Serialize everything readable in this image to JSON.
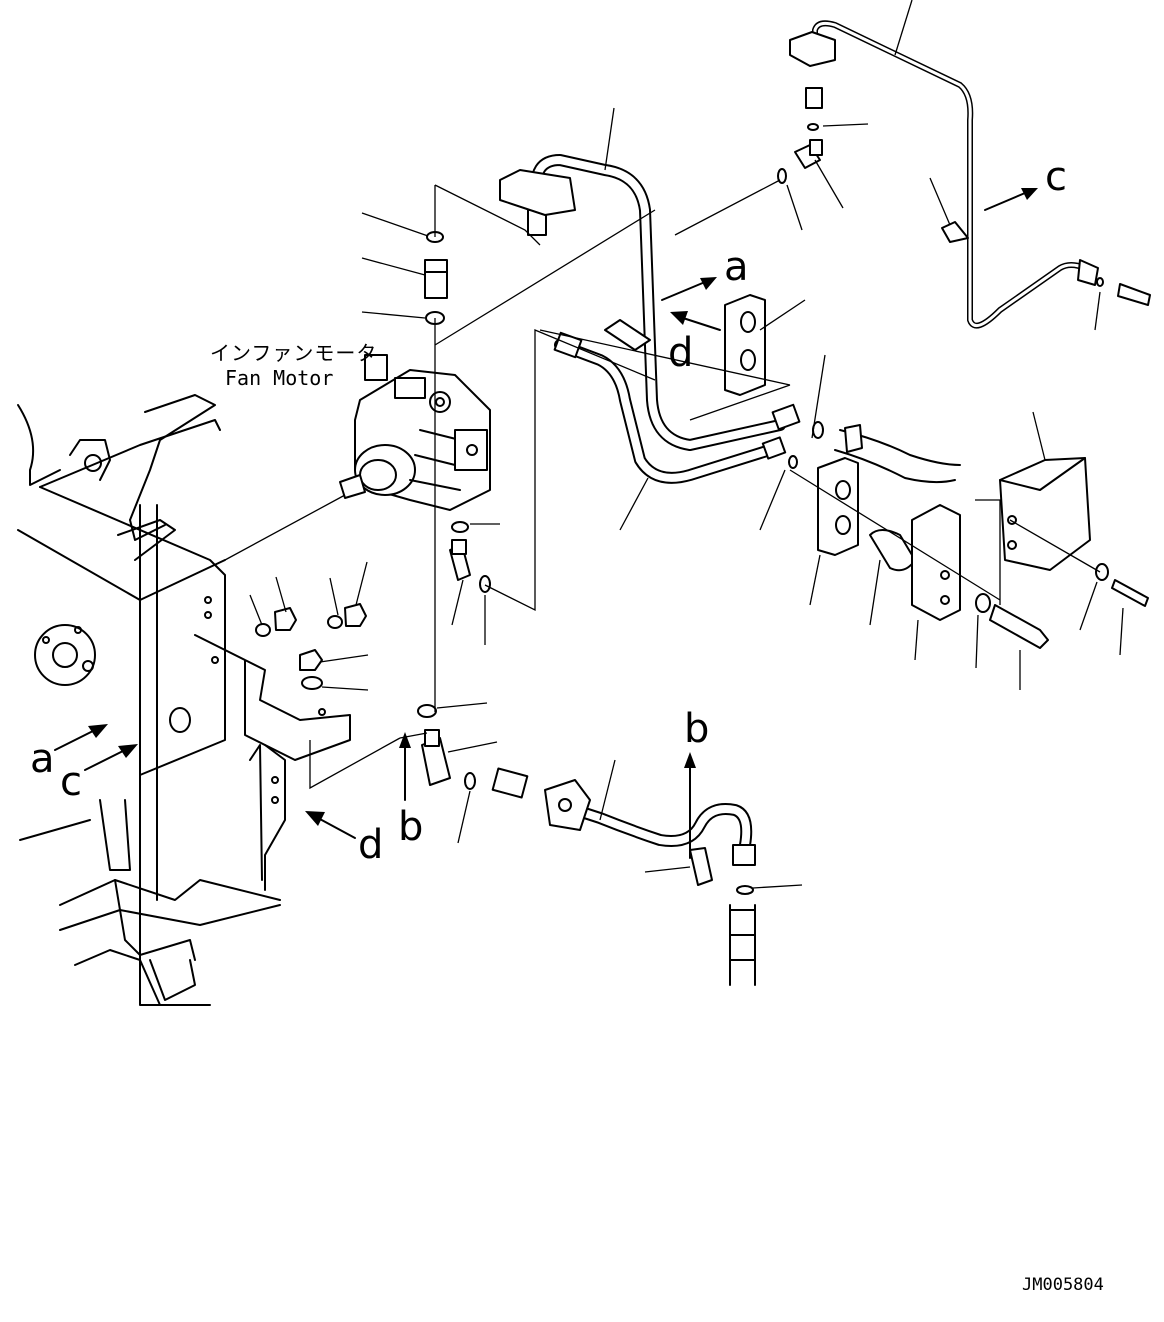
{
  "diagram": {
    "label_jp": "インファンモータ",
    "label_en": "Fan Motor",
    "drawing_id": "JM005804",
    "markers": {
      "a": "a",
      "b": "b",
      "c": "c",
      "d": "d"
    }
  }
}
